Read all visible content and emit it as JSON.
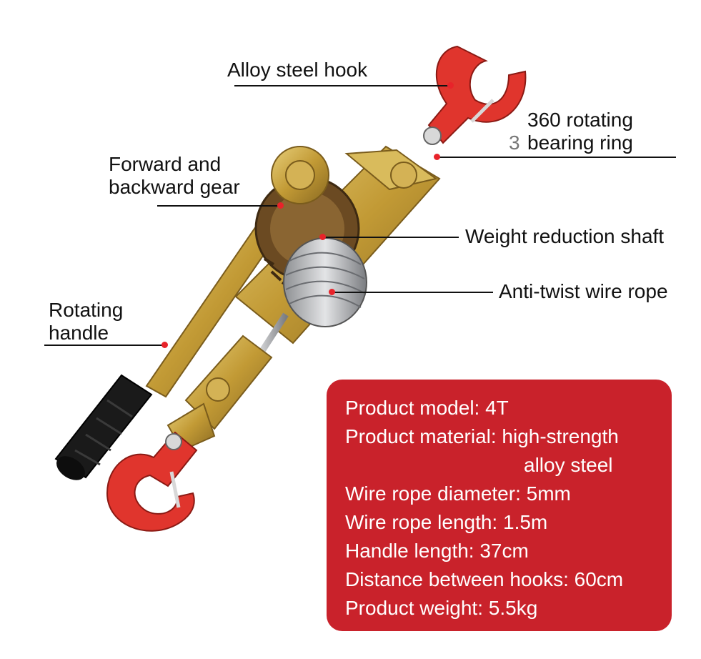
{
  "labels": {
    "hook": "Alloy steel hook",
    "ring_line1": "360 rotating",
    "ring_prefix": "3",
    "ring_line2": "bearing ring",
    "gear_line1": "Forward and",
    "gear_line2": "backward gear",
    "shaft": "Weight reduction shaft",
    "rope": "Anti-twist wire rope",
    "handle_line1": "Rotating",
    "handle_line2": "handle"
  },
  "specs": [
    "Product model: 4T",
    "Product material: high-strength",
    "alloy steel",
    "Wire rope diameter: 5mm",
    "Wire rope length: 1.5m",
    "Handle length: 37cm",
    "Distance between hooks: 60cm",
    "Product weight: 5.5kg"
  ],
  "colors": {
    "panel": "#c9222b",
    "hook": "#e0352d",
    "metal": "#c9a33a",
    "grip": "#1a1a1a",
    "marker": "#e8232a"
  }
}
